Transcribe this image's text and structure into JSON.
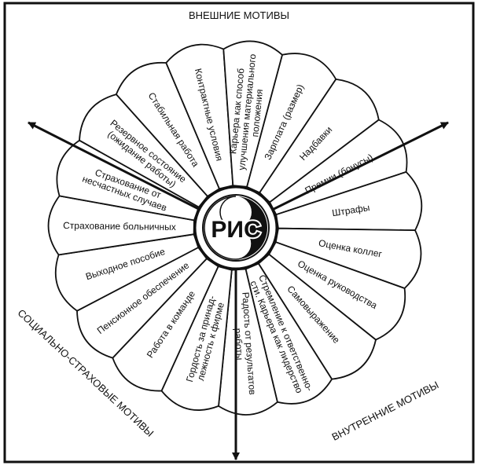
{
  "diagram": {
    "section_labels": {
      "external": "ВНЕШНИЕ МОТИВЫ",
      "internal": "ВНУТРЕННИЕ МОТИВЫ",
      "social": "СОЦИАЛЬНО-СТРАХОВЫЕ МОТИВЫ"
    },
    "logo_text": "РИС",
    "petals": [
      {
        "lines": [
          "Зарплата (размер)"
        ]
      },
      {
        "lines": [
          "Надбавки"
        ]
      },
      {
        "lines": [
          "Премии (бонусы)"
        ]
      },
      {
        "lines": [
          "Штрафы"
        ]
      },
      {
        "lines": [
          "Оценка коллег"
        ]
      },
      {
        "lines": [
          "Оценка руководства"
        ]
      },
      {
        "lines": [
          "Самовыражение"
        ]
      },
      {
        "lines": [
          "Стремление к ответственно-",
          "сти. Карьера как лидерство"
        ]
      },
      {
        "lines": [
          "Радость от результатов",
          "работы"
        ]
      },
      {
        "lines": [
          "Гордость за принад-",
          "лежность к фирме"
        ]
      },
      {
        "lines": [
          "Работа в команде"
        ]
      },
      {
        "lines": [
          "Пенсионное обеспечение"
        ]
      },
      {
        "lines": [
          "Выходное пособие"
        ]
      },
      {
        "lines": [
          "Страхование больничных"
        ]
      },
      {
        "lines": [
          "Страхование от",
          "несчастных случаев"
        ]
      },
      {
        "lines": [
          "Резервное состояние",
          "(ожидание работы)"
        ]
      },
      {
        "lines": [
          "Стабильная работа"
        ]
      },
      {
        "lines": [
          "Контрактные условия"
        ]
      },
      {
        "lines": [
          "Карьера как способ",
          "улучшения материального",
          "положения"
        ]
      }
    ]
  }
}
